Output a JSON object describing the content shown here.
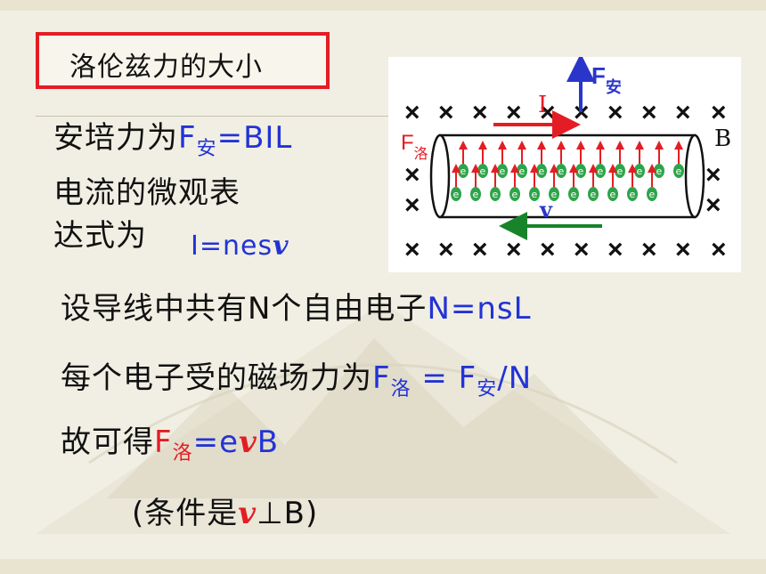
{
  "title": "洛伦兹力的大小",
  "line_ampere": {
    "prefix": "安培力为",
    "formula_f": "F",
    "formula_sub": "安",
    "formula_rest": "=BIL"
  },
  "line_micro_1": "电流的微观表",
  "line_micro_2": "达式为",
  "line_micro_formula": {
    "part1": "I=nes",
    "part2": "v"
  },
  "line_count": {
    "text": "设导线中共有N个自由电子",
    "formula": "N=nsL"
  },
  "line_each": {
    "text": "每个电子受的磁场力为",
    "f1": "F",
    "sub1": "洛",
    "mid": " = F",
    "sub2": "安",
    "end": "/N"
  },
  "line_result": {
    "text": "故可得",
    "f": "F",
    "sub": "洛",
    "rest_e": "=e",
    "rest_v": "v",
    "rest_b": "B"
  },
  "line_condition": {
    "open": "(条件是",
    "v": "v",
    "perp": "⊥B)"
  },
  "figure": {
    "label_current": "I",
    "label_f_an": "F",
    "label_f_an_sub": "安",
    "label_f_luo": "F",
    "label_f_luo_sub": "洛",
    "label_b": "B",
    "label_v": "v",
    "cross_symbol": "×",
    "electron_symbol": "e",
    "colors": {
      "current_arrow": "#e41d24",
      "force_arrow": "#2a36c9",
      "velocity_arrow": "#18842a",
      "electron": "#2ea44a",
      "cross": "#111111"
    }
  },
  "colors": {
    "formula_blue": "#2233d6",
    "accent_red": "#e41d24",
    "title_border": "#e41d24"
  }
}
